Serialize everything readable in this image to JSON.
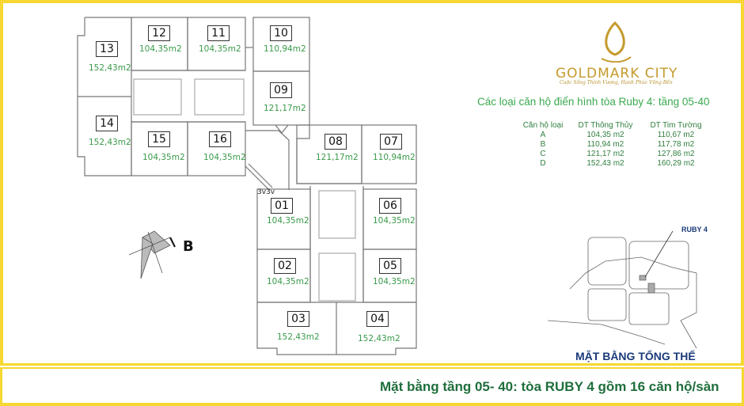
{
  "brand": {
    "name": "GOLDMARK CITY",
    "slogan": "Cuộc Sống Thịnh Vượng, Hạnh Phúc Vững Bền",
    "gold": "#c59a2c"
  },
  "apartment_types": {
    "title": "Các loại căn hộ điển hình tòa Ruby 4: tầng 05-40",
    "headers": [
      "Căn hộ loại",
      "DT  Thông Thủy",
      "DT  Tim Tường"
    ],
    "rows": [
      {
        "type": "A",
        "net_area": "104,35 m2",
        "gross_area": "110,67 m2"
      },
      {
        "type": "B",
        "net_area": "110,94 m2",
        "gross_area": "117,78 m2"
      },
      {
        "type": "C",
        "net_area": "121,17 m2",
        "gross_area": "127,86 m2"
      },
      {
        "type": "D",
        "net_area": "152,43 m2",
        "gross_area": "160,29 m2"
      }
    ]
  },
  "floor_plan": {
    "units": [
      {
        "no": "01",
        "area": "104,35m2"
      },
      {
        "no": "02",
        "area": "104,35m2"
      },
      {
        "no": "03",
        "area": "152,43m2"
      },
      {
        "no": "04",
        "area": "152,43m2"
      },
      {
        "no": "05",
        "area": "104,35m2"
      },
      {
        "no": "06",
        "area": "104,35m2"
      },
      {
        "no": "07",
        "area": "110,94m2"
      },
      {
        "no": "08",
        "area": "121,17m2"
      },
      {
        "no": "09",
        "area": "121,17m2"
      },
      {
        "no": "10",
        "area": "110,94m2"
      },
      {
        "no": "11",
        "area": "104,35m2"
      },
      {
        "no": "12",
        "area": "104,35m2"
      },
      {
        "no": "13",
        "area": "152,43m2"
      },
      {
        "no": "14",
        "area": "152,43m2"
      },
      {
        "no": "15",
        "area": "104,35m2"
      },
      {
        "no": "16",
        "area": "104,35m2"
      }
    ],
    "note": "3v3v",
    "compass_label": "B",
    "area_color": "#3a9a4a"
  },
  "site_plan": {
    "highlight_label": "RUBY 4",
    "title": "MẶT BẰNG TỔNG THỂ",
    "title_color": "#1b3a7a"
  },
  "footer": {
    "title": "Mặt bằng tầng 05- 40:  tòa RUBY 4 gồm 16 căn hộ/sàn",
    "color": "#1f6e3c"
  },
  "frame_color": "#f7d731"
}
